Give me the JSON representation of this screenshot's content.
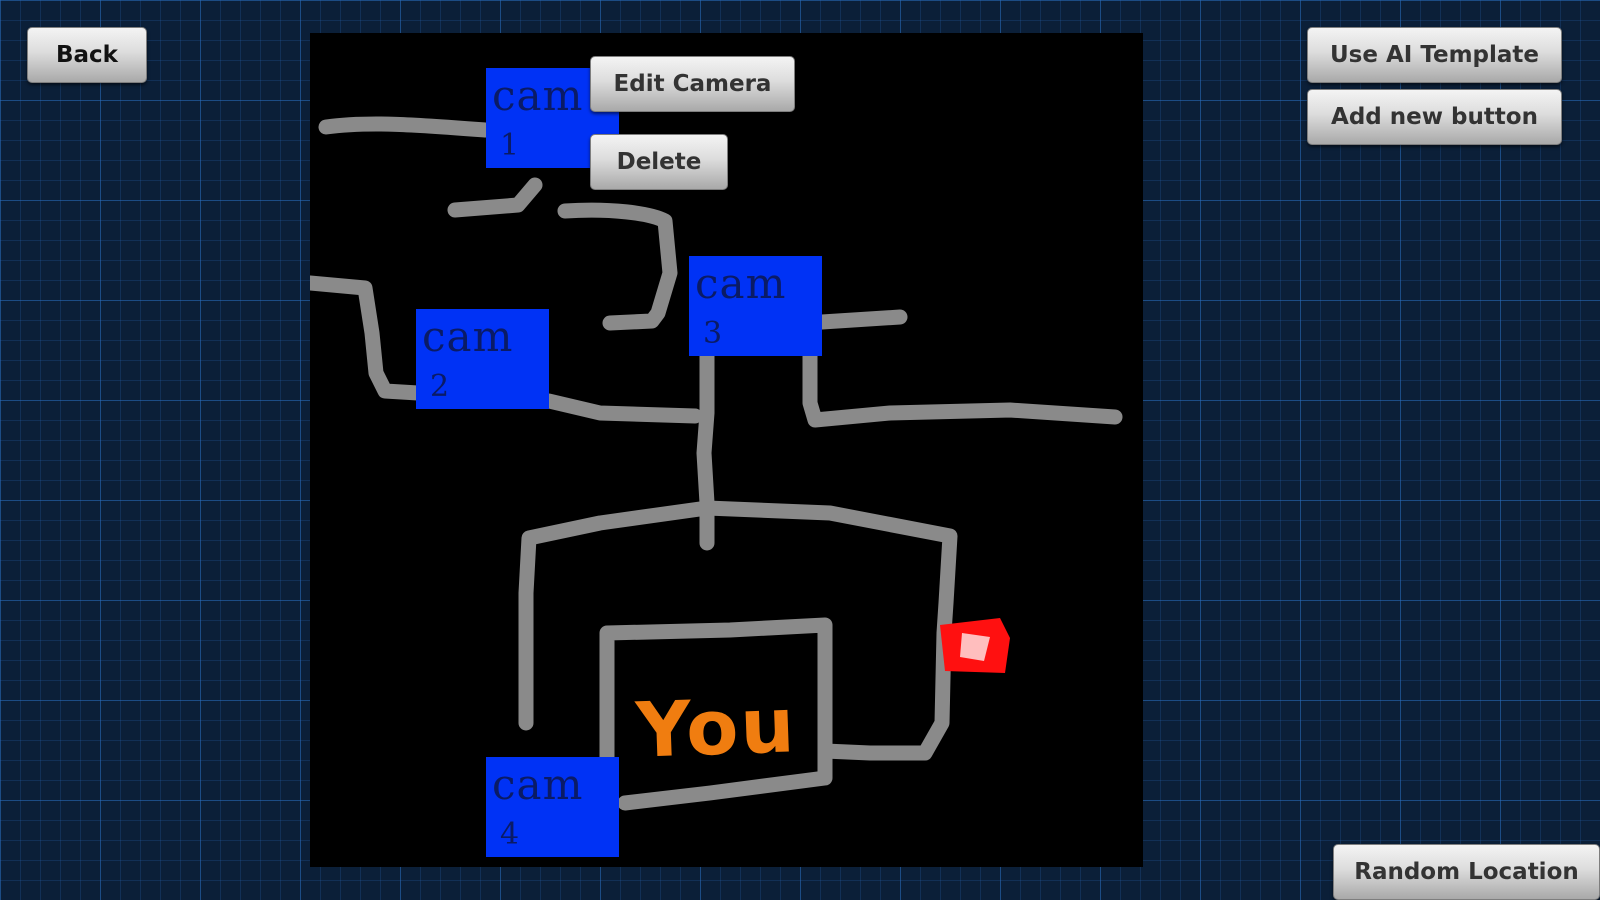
{
  "toolbar": {
    "back_label": "Back",
    "ai_template_label": "Use AI Template",
    "add_button_label": "Add new button",
    "random_location_label": "Random Location"
  },
  "context_menu": {
    "edit_camera_label": "Edit Camera",
    "delete_label": "Delete"
  },
  "map": {
    "cameras": [
      {
        "label": "cam",
        "number": "1"
      },
      {
        "label": "cam",
        "number": "2"
      },
      {
        "label": "cam",
        "number": "3"
      },
      {
        "label": "cam",
        "number": "4"
      }
    ],
    "player_label": "You",
    "colors": {
      "background": "#000000",
      "corridor": "#8a8a8a",
      "camera": "#0032f5",
      "player": "#f07d10",
      "exit_marker": "#ff1010"
    }
  }
}
